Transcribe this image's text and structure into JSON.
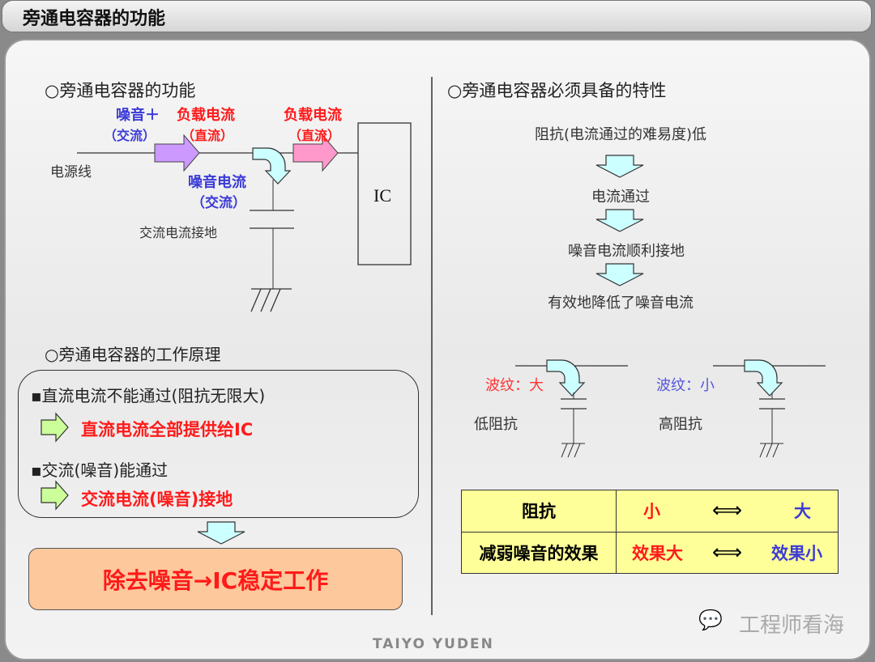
{
  "title": "旁通电容器的功能",
  "left": {
    "heading1": "○旁通电容器的功能",
    "noise_plus": "噪音＋",
    "noise_ac": "（交流）",
    "load1": "负载电流",
    "load1_dc": "（直流）",
    "load2": "负载电流",
    "load2_dc": "（直流）",
    "power_line": "电源线",
    "ic": "IC",
    "noise_current": "噪音电流",
    "noise_current_ac": "（交流）",
    "ac_ground": "交流电流接地",
    "heading2": "○旁通电容器的工作原理",
    "point1": "▪直流电流不能通过(阻抗无限大)",
    "result1": "直流电流全部提供给IC",
    "point2": "▪交流(噪音)能通过",
    "result2": "交流电流(噪音)接地",
    "conclusion": "除去噪音→IC稳定工作"
  },
  "right": {
    "heading": "○旁通电容器必须具备的特性",
    "steps": [
      "阻抗(电流通过的难易度)低",
      "电流通过",
      "噪音电流顺利接地",
      "有效地降低了噪音电流"
    ],
    "ripple_large": "波纹：大",
    "low_impedance": "低阻抗",
    "ripple_small": "波纹：小",
    "high_impedance": "高阻抗",
    "table": {
      "row1_label": "阻抗",
      "row1_left": "小",
      "row1_right": "大",
      "row2_label": "减弱噪音的效果",
      "row2_left": "效果大",
      "row2_right": "效果小"
    }
  },
  "watermark": "工程师看海",
  "logo": "TAIYO YUDEN",
  "colors": {
    "red": "#ff1a1a",
    "blue": "#3b3bd8",
    "table_bg": "#ffff99",
    "result_bg": "#fcc89c"
  }
}
